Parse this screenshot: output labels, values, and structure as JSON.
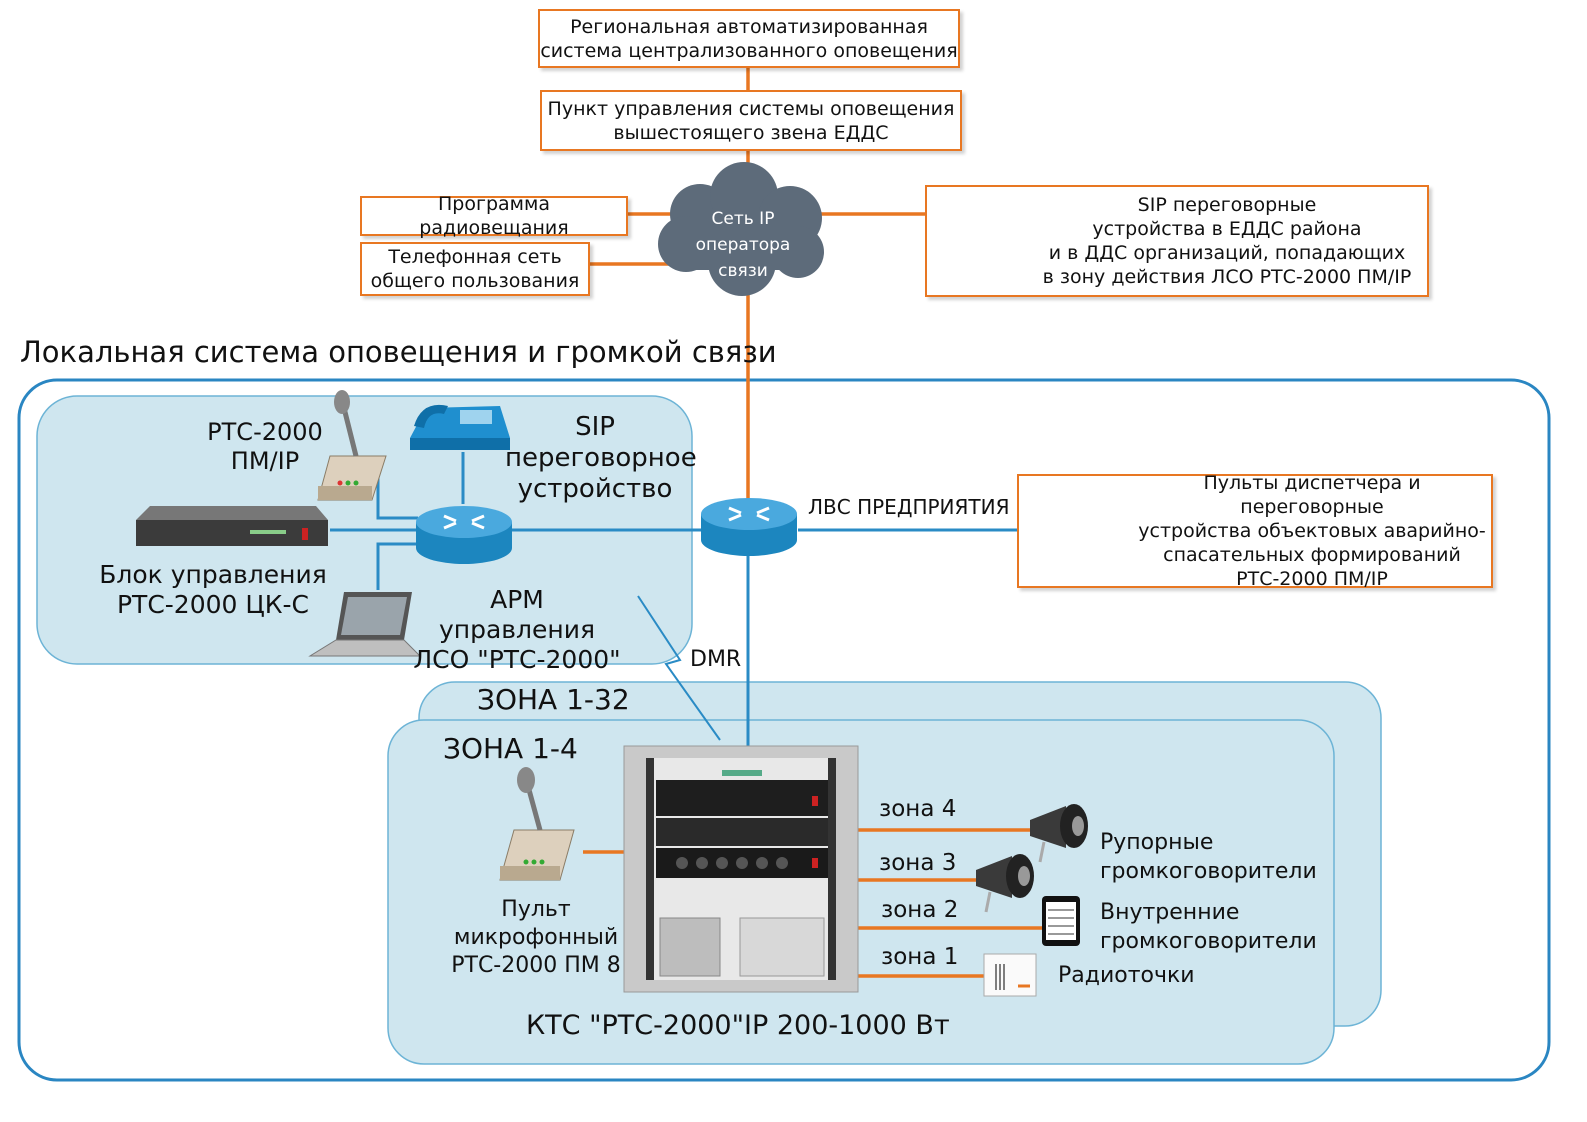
{
  "top": {
    "regional": [
      "Региональная автоматизированная",
      "система централизованного оповещения"
    ],
    "control_point": [
      "Пункт управления системы оповещения",
      "вышестоящего звена ЕДДС"
    ],
    "radio_program": "Программа радиовещания",
    "phone_network": [
      "Телефонная сеть",
      "общего пользования"
    ],
    "cloud": [
      "Сеть IP",
      "оператора",
      "связи"
    ],
    "sip_top": [
      "SIP переговорные",
      "устройства в ЕДДС района",
      "и в ДДС организаций, попадающих",
      "в зону действия ЛСО РТС-2000 ПМ/IP"
    ]
  },
  "local": {
    "title": "Локальная система оповещения и громкой связи",
    "rts_pm_ip": [
      "РТС-2000",
      "ПМ/IP"
    ],
    "sip_device": [
      "SIP",
      "переговорное",
      "устройство"
    ],
    "control_block": [
      "Блок управления",
      "РТС-2000 ЦК-С"
    ],
    "arm": [
      "АРМ управления",
      "ЛСО \"РТС-2000\""
    ],
    "lan": "ЛВС ПРЕДПРИЯТИЯ",
    "dmr": "DMR",
    "consoles": [
      "Пульты диспетчера и переговорные",
      "устройства объектовых аварийно-",
      "спасательных формирований",
      "РТС-2000 ПМ/IP"
    ]
  },
  "zones": {
    "zone_1_32": "ЗОНА 1-32",
    "zone_1_4": "ЗОНА 1-4",
    "mic_console": [
      "Пульт",
      "микрофонный",
      "РТС-2000 ПМ 8"
    ],
    "kts": "КТС \"РТС-2000\"IP 200-1000 Вт",
    "outputs": [
      "зона 4",
      "зона 3",
      "зона 2",
      "зона 1"
    ],
    "horn": [
      "Рупорные",
      "громкоговорители"
    ],
    "internal": [
      "Внутренние",
      "громкоговорители"
    ],
    "radio_points": "Радиоточки"
  },
  "colors": {
    "orange_line": "#e87722",
    "blue_line": "#2a8bc5",
    "zone_fill": "#cfe6ef",
    "frame_blue": "#2a86c2",
    "cloud": "#5d6b7a"
  }
}
